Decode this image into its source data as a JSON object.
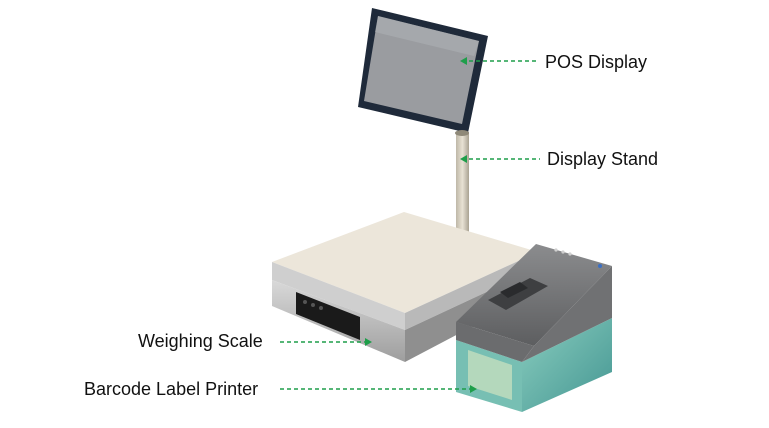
{
  "labels": {
    "pos_display": "POS Display",
    "display_stand": "Display Stand",
    "weighing_scale": "Weighing Scale",
    "barcode_label_printer": "Barcode Label Printer"
  },
  "colors": {
    "leader_line": "#1e9e4a",
    "screen_frame": "#1f2a3a",
    "screen_glass": "#9a9ca0",
    "printer_body": "#7a7b7d",
    "printer_tank": "#5fb4a6"
  }
}
